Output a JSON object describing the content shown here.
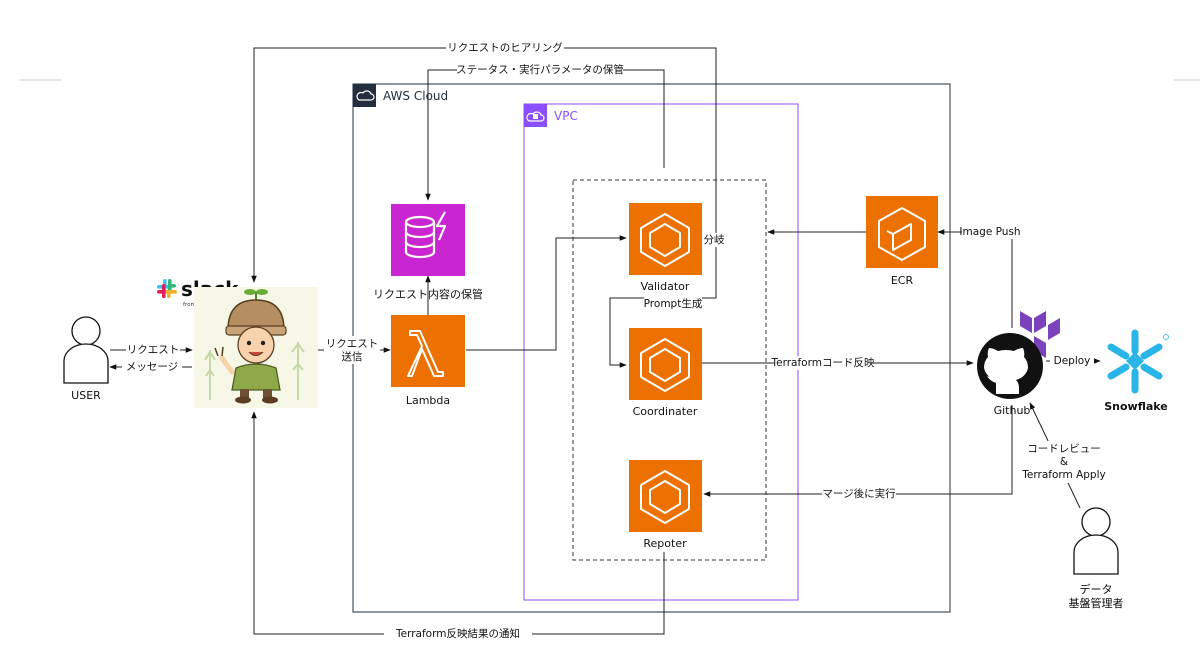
{
  "groups": {
    "aws_cloud": "AWS Cloud",
    "vpc": "VPC"
  },
  "nodes": {
    "user": "USER",
    "slack": "slack",
    "slack_sub": "from Salesforce",
    "dynamodb": "リクエスト内容の保管",
    "lambda": "Lambda",
    "validator": "Validator",
    "coordinater": "Coordinater",
    "repoter": "Repoter",
    "ecr": "ECR",
    "github": "Github",
    "snowflake": "Snowflake",
    "admin_line1": "データ",
    "admin_line2": "基盤管理者"
  },
  "edges": {
    "hearing": "リクエストのヒアリング",
    "status": "ステータス・実行パラメータの保管",
    "request": "リクエスト",
    "message": "メッセージ",
    "request_send_1": "リクエスト",
    "request_send_2": "送信",
    "branch": "分岐",
    "prompt": "Prompt生成",
    "terraform_code": "Terraformコード反映",
    "image_push": "Image Push",
    "deploy": "Deploy",
    "after_merge": "マージ後に実行",
    "review_1": "コードレビュー",
    "review_2": "&",
    "review_3": "Terraform Apply",
    "notify": "Terraform反映結果の通知"
  },
  "colors": {
    "aws_orange": "#ED7100",
    "dynamodb_purple": "#C925D1",
    "vpc_border": "#8C4FFF",
    "terraform_purple": "#7B42BC",
    "snowflake_blue": "#29B5E8",
    "slack_colors": [
      "#E01E5A",
      "#36C5F0",
      "#2EB67D",
      "#ECB22E"
    ]
  }
}
